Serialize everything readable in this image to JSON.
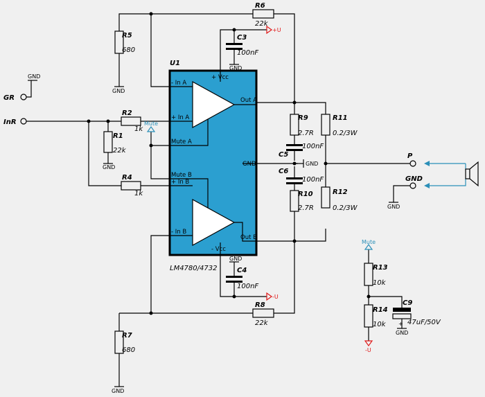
{
  "ic": {
    "ref": "U1",
    "part": "LM4780/4732",
    "pins": {
      "vcc_plus": "+ Vcc",
      "vcc_minus": "- Vcc",
      "in_a_minus": "- In A",
      "in_a_plus": "+ In A",
      "mute_a": "Mute A",
      "mute_b": "Mute B",
      "in_b_plus": "+ In B",
      "in_b_minus": "- In B",
      "out_a": "Out A",
      "out_b": "Out B",
      "gnd": "GND"
    }
  },
  "components": {
    "R1": {
      "ref": "R1",
      "value": "22k"
    },
    "R2": {
      "ref": "R2",
      "value": "1k"
    },
    "R4": {
      "ref": "R4",
      "value": "1k"
    },
    "R5": {
      "ref": "R5",
      "value": "680"
    },
    "R6": {
      "ref": "R6",
      "value": "22k"
    },
    "R7": {
      "ref": "R7",
      "value": "680"
    },
    "R8": {
      "ref": "R8",
      "value": "22k"
    },
    "R9": {
      "ref": "R9",
      "value": "2.7R"
    },
    "R10": {
      "ref": "R10",
      "value": "2.7R"
    },
    "R11": {
      "ref": "R11",
      "value": "0.2/3W"
    },
    "R12": {
      "ref": "R12",
      "value": "0.2/3W"
    },
    "R13": {
      "ref": "R13",
      "value": "10k"
    },
    "R14": {
      "ref": "R14",
      "value": "10k"
    },
    "C3": {
      "ref": "C3",
      "value": "100nF"
    },
    "C4": {
      "ref": "C4",
      "value": "100nF"
    },
    "C5": {
      "ref": "C5",
      "value": "100nF"
    },
    "C6": {
      "ref": "C6",
      "value": "100nF"
    },
    "C9": {
      "ref": "C9",
      "value": "47uF/50V"
    }
  },
  "nets": {
    "gnd": "GND",
    "plus_u": "+U",
    "minus_u": "-U",
    "mute": "Mute"
  },
  "connectors": {
    "gr": "GR",
    "inr": "InR",
    "p": "P",
    "gnd": "GND"
  },
  "colors": {
    "ic_fill": "#2b9fd0",
    "ic_border": "#000000",
    "triangle_fill": "#ffffff",
    "net_blue": "#2b8fb8",
    "net_red": "#e01818",
    "background": "#f0f0f0"
  },
  "icons": {
    "speaker": "speaker-icon",
    "ground": "ground-symbol",
    "supply": "supply-arrow",
    "mute_flag": "net-flag"
  }
}
